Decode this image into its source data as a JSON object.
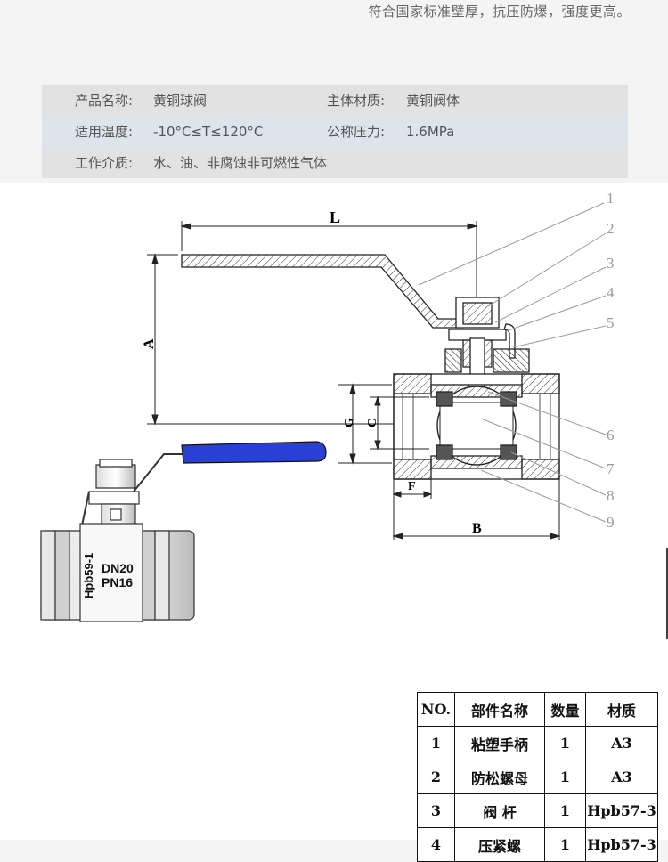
{
  "caption": "符合国家标准壁厚，抗压防爆，强度更高。",
  "spec": [
    {
      "k1": "产品名称:",
      "v1": "黄铜球阀",
      "k2": "主体材质:",
      "v2": "黄铜阀体"
    },
    {
      "k1": "适用温度:",
      "v1": "-10°C≤T≤120°C",
      "k2": "公称压力:",
      "v2": "1.6MPa"
    },
    {
      "k1": "工作介质:",
      "v1": "水、油、非腐蚀非可燃性气体",
      "k2": "",
      "v2": ""
    }
  ],
  "drawing": {
    "dims": {
      "L": "L",
      "A": "A",
      "G": "G",
      "C": "C",
      "F": "F",
      "B": "B"
    },
    "callouts": [
      "1",
      "2",
      "3",
      "4",
      "5",
      "6",
      "7",
      "8",
      "9"
    ],
    "valve_marks": {
      "material": "Hpb59-1",
      "size": "DN20",
      "pressure": "PN16"
    },
    "handle_color": "#2a3fd6"
  },
  "parts": {
    "headers": [
      "NO.",
      "部件名称",
      "数量",
      "材质"
    ],
    "rows": [
      [
        "1",
        "粘塑手柄",
        "1",
        "A3"
      ],
      [
        "2",
        "防松螺母",
        "1",
        "A3"
      ],
      [
        "3",
        "阀  杆",
        "1",
        "Hpb57-3"
      ],
      [
        "4",
        "压紧螺",
        "1",
        "Hpb57-3"
      ]
    ]
  }
}
